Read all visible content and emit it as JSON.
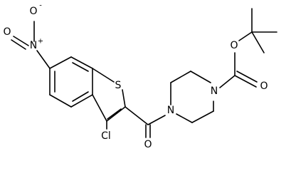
{
  "molecule": {
    "atoms": {
      "nitro_n": "N",
      "nitro_n_charge": "+",
      "nitro_o_top": "O",
      "nitro_o_top_charge": "-",
      "nitro_o_left": "O",
      "thiophene_s": "S",
      "chloro": "Cl",
      "amide_o": "O",
      "piperazine_n_left": "N",
      "piperazine_n_right": "N",
      "ester_o_single": "O",
      "ester_o_double": "O"
    },
    "colors": {
      "bond": "#000000",
      "label": "#000000",
      "background": "#ffffff"
    }
  }
}
